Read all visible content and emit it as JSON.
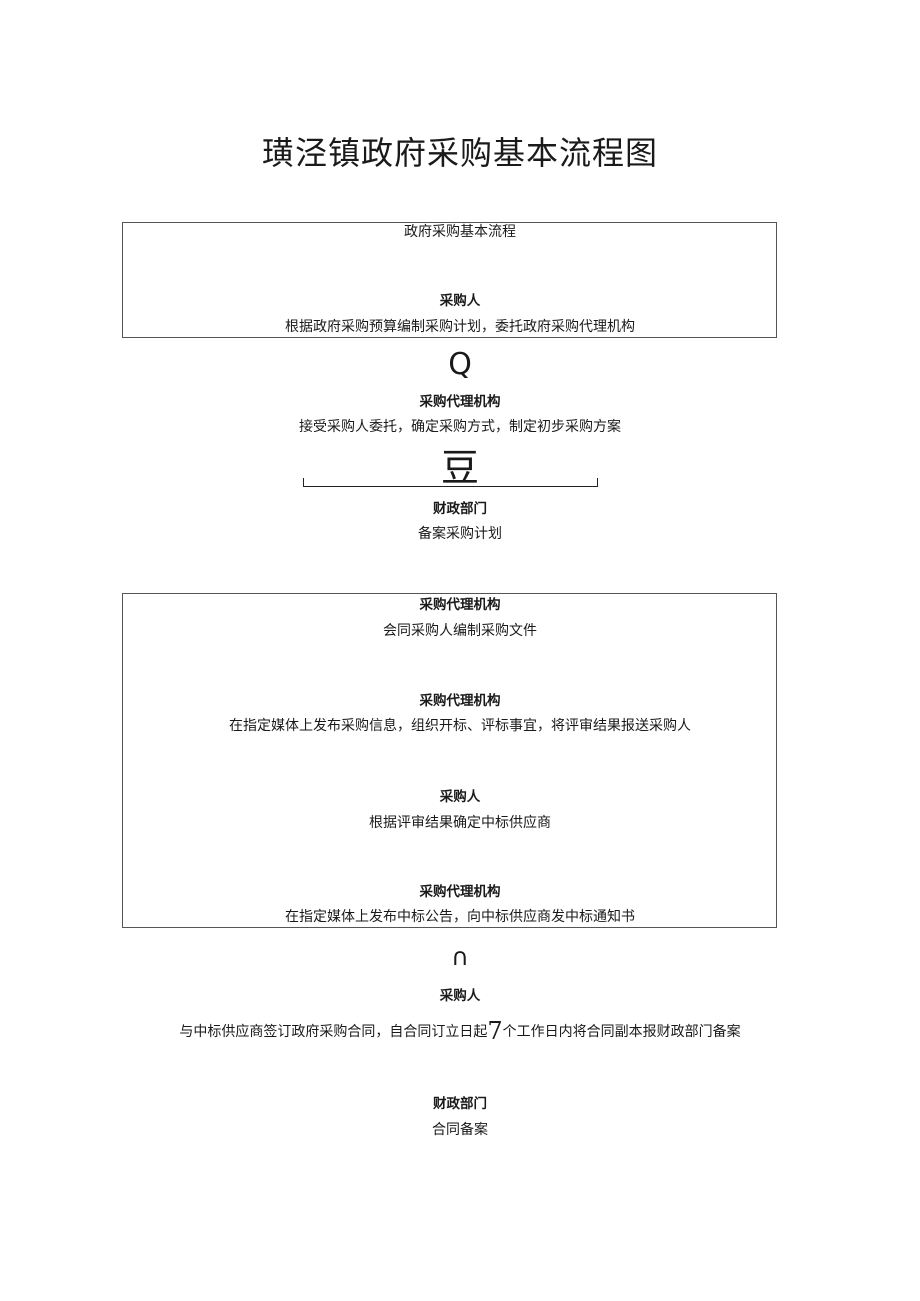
{
  "title": "璜泾镇政府采购基本流程图",
  "box1": {
    "heading": "政府采购基本流程",
    "role": "采购人",
    "desc": "根据政府采购预算编制采购计划，委托政府采购代理机构"
  },
  "arrow_glyph_1": "Q",
  "step_agency": {
    "role": "采购代理机构",
    "desc": "接受采购人委托，确定采购方式，制定初步采购方案"
  },
  "arrow_glyph_2": "豆",
  "step_finance": {
    "role": "财政部门",
    "desc": "备案采购计划"
  },
  "box2": {
    "items": [
      {
        "role": "采购代理机构",
        "desc": "会同采购人编制采购文件"
      },
      {
        "role": "采购代理机构",
        "desc": "在指定媒体上发布采购信息，组织开标、评标事宜，将评审结果报送采购人"
      },
      {
        "role": "采购人",
        "desc": "根据评审结果确定中标供应商"
      },
      {
        "role": "采购代理机构",
        "desc": "在指定媒体上发布中标公告，向中标供应商发中标通知书"
      }
    ]
  },
  "arrow_glyph_3": "∩",
  "step_contract": {
    "role": "采购人",
    "desc_before": "与中标供应商签订政府采购合同，自合同订立日起",
    "desc_number": "7",
    "desc_after": "个工作日内将合同副本报财政部门备案"
  },
  "step_final": {
    "role": "财政部门",
    "desc": "合同备案"
  }
}
